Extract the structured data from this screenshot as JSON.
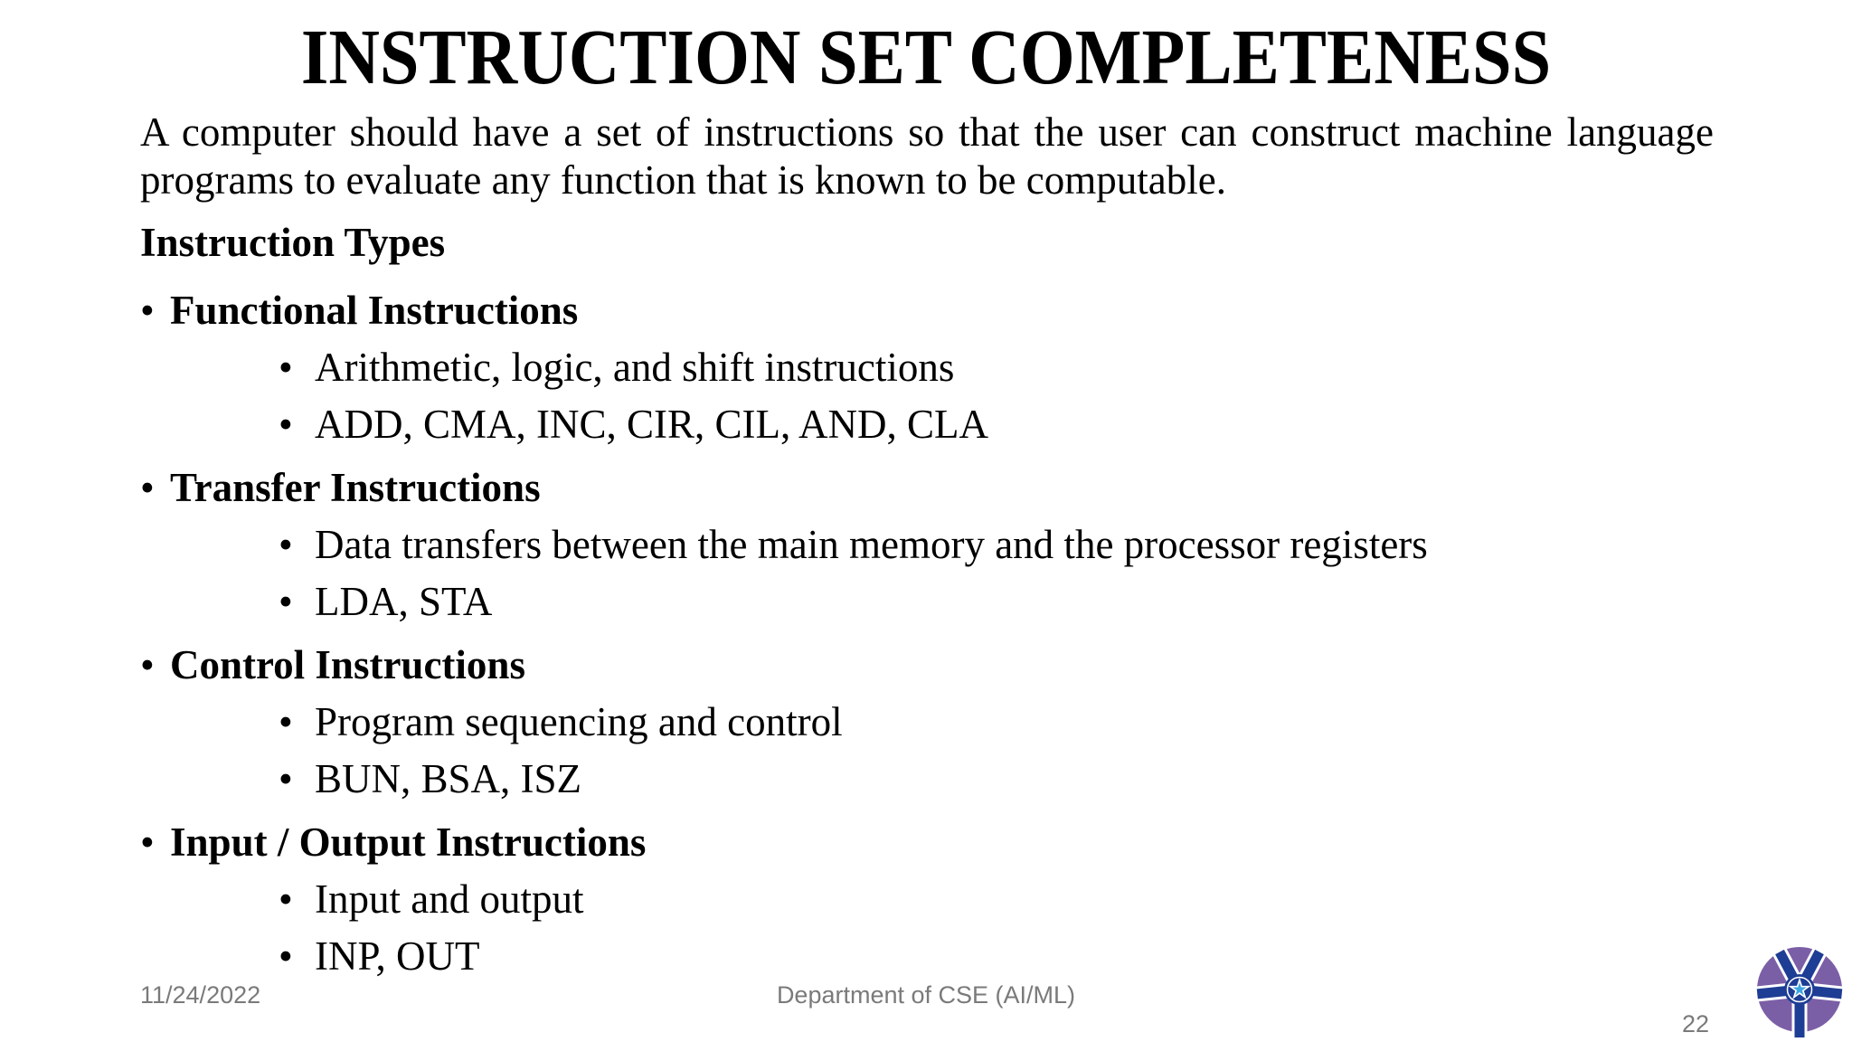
{
  "slide": {
    "title": "INSTRUCTION SET COMPLETENESS",
    "intro": "A computer should have a set of instructions so that the user can construct machine language programs to evaluate any function that is known to be computable.",
    "list_heading": "Instruction Types",
    "bullet_char": "•",
    "sections": [
      {
        "title": "Functional Instructions",
        "items": [
          "Arithmetic, logic, and shift instructions",
          "ADD, CMA, INC, CIR, CIL, AND, CLA"
        ]
      },
      {
        "title": "Transfer Instructions",
        "items": [
          "Data transfers between the main memory and the processor registers",
          "LDA, STA"
        ]
      },
      {
        "title": "Control Instructions",
        "items": [
          "Program sequencing and control",
          "BUN, BSA, ISZ"
        ]
      },
      {
        "title": "Input / Output Instructions",
        "items": [
          "Input and output",
          "INP, OUT"
        ]
      }
    ]
  },
  "footer": {
    "date": "11/24/2022",
    "department": "Department of CSE (AI/ML)",
    "page_number": "22"
  },
  "logo": {
    "name": "institution-emblem",
    "colors": {
      "purple": "#7b5fa6",
      "dark_blue": "#1e3d94",
      "light_blue": "#3ea6e0"
    }
  }
}
